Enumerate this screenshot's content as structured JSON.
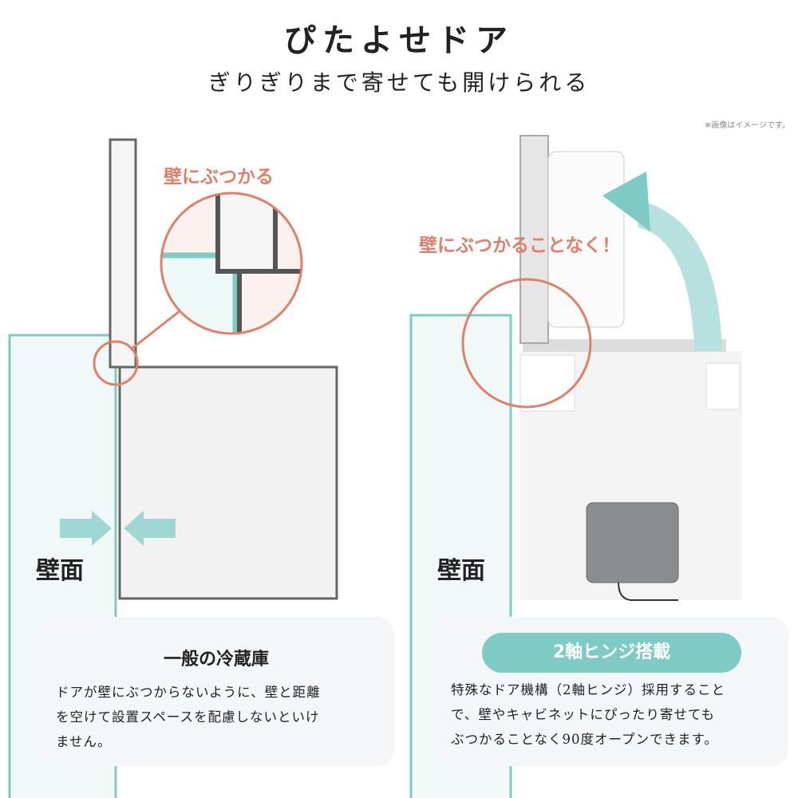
{
  "header": {
    "title": "ぴたよせドア",
    "subtitle": "ぎりぎりまで寄せても開けられる",
    "note": "※画像はイメージです。"
  },
  "left": {
    "callout": "壁にぶつかる",
    "wall_label": "壁面",
    "card": {
      "title": "一般の冷蔵庫",
      "lines": [
        "ドアが壁にぶつからないように、壁と距離",
        "を空けて設置スペースを配慮しないといけ",
        "ません。"
      ]
    }
  },
  "right": {
    "callout": "壁にぶつかることなく！",
    "wall_label": "壁面",
    "card": {
      "badge": "2軸ヒンジ搭載",
      "lines": [
        "特殊なドア機構（2軸ヒンジ）採用すること",
        "で、壁やキャビネットにぴったり寄せても",
        "ぶつかることなく90度オープンできます。"
      ]
    }
  },
  "colors": {
    "teal": "#7ecbc6",
    "orange": "#e0806a",
    "gray": "#666666"
  }
}
